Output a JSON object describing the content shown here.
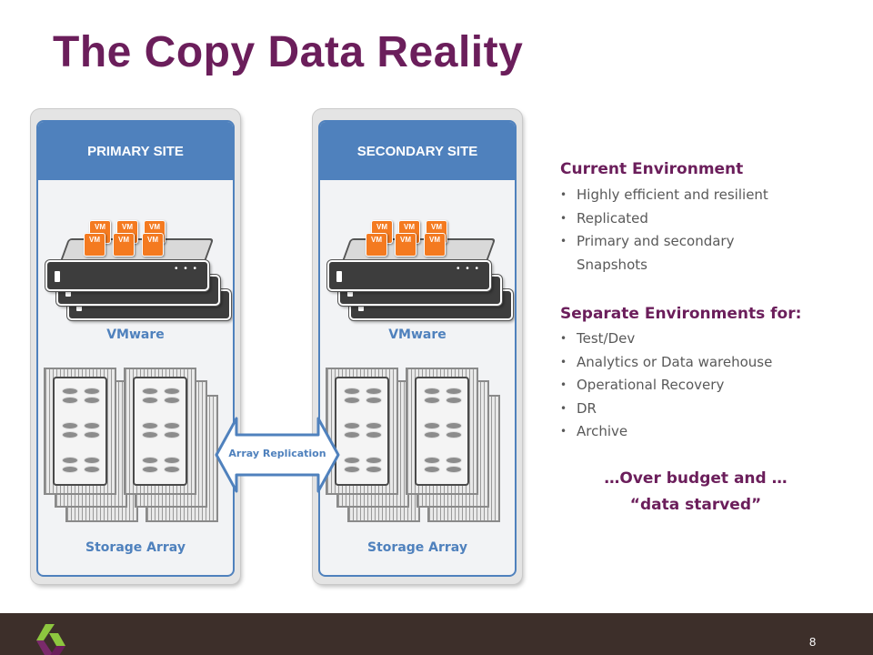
{
  "slide": {
    "title": "The Copy Data Reality",
    "page_number": "8"
  },
  "primary_site": {
    "header": "PRIMARY SITE",
    "vm_label": "VMware",
    "storage_label": "Storage Array",
    "vm_tag": "VM"
  },
  "secondary_site": {
    "header": "SECONDARY SITE",
    "vm_label": "VMware",
    "storage_label": "Storage Array",
    "vm_tag": "VM"
  },
  "replication": {
    "label": "Array Replication"
  },
  "current_environment": {
    "heading": "Current Environment",
    "items": [
      "Highly efficient and resilient",
      "Replicated",
      "Primary and secondary Snapshots"
    ]
  },
  "separate_environments": {
    "heading": "Separate Environments for:",
    "items": [
      "Test/Dev",
      "Analytics or Data warehouse",
      "Operational Recovery",
      "DR",
      "Archive"
    ]
  },
  "callout": {
    "line1": "…Over budget and …",
    "line2": "“data starved”"
  },
  "colors": {
    "title": "#6b1e5b",
    "site_blue": "#4f81bd",
    "vm_orange": "#f47a20",
    "footer": "#3d2f2a"
  }
}
